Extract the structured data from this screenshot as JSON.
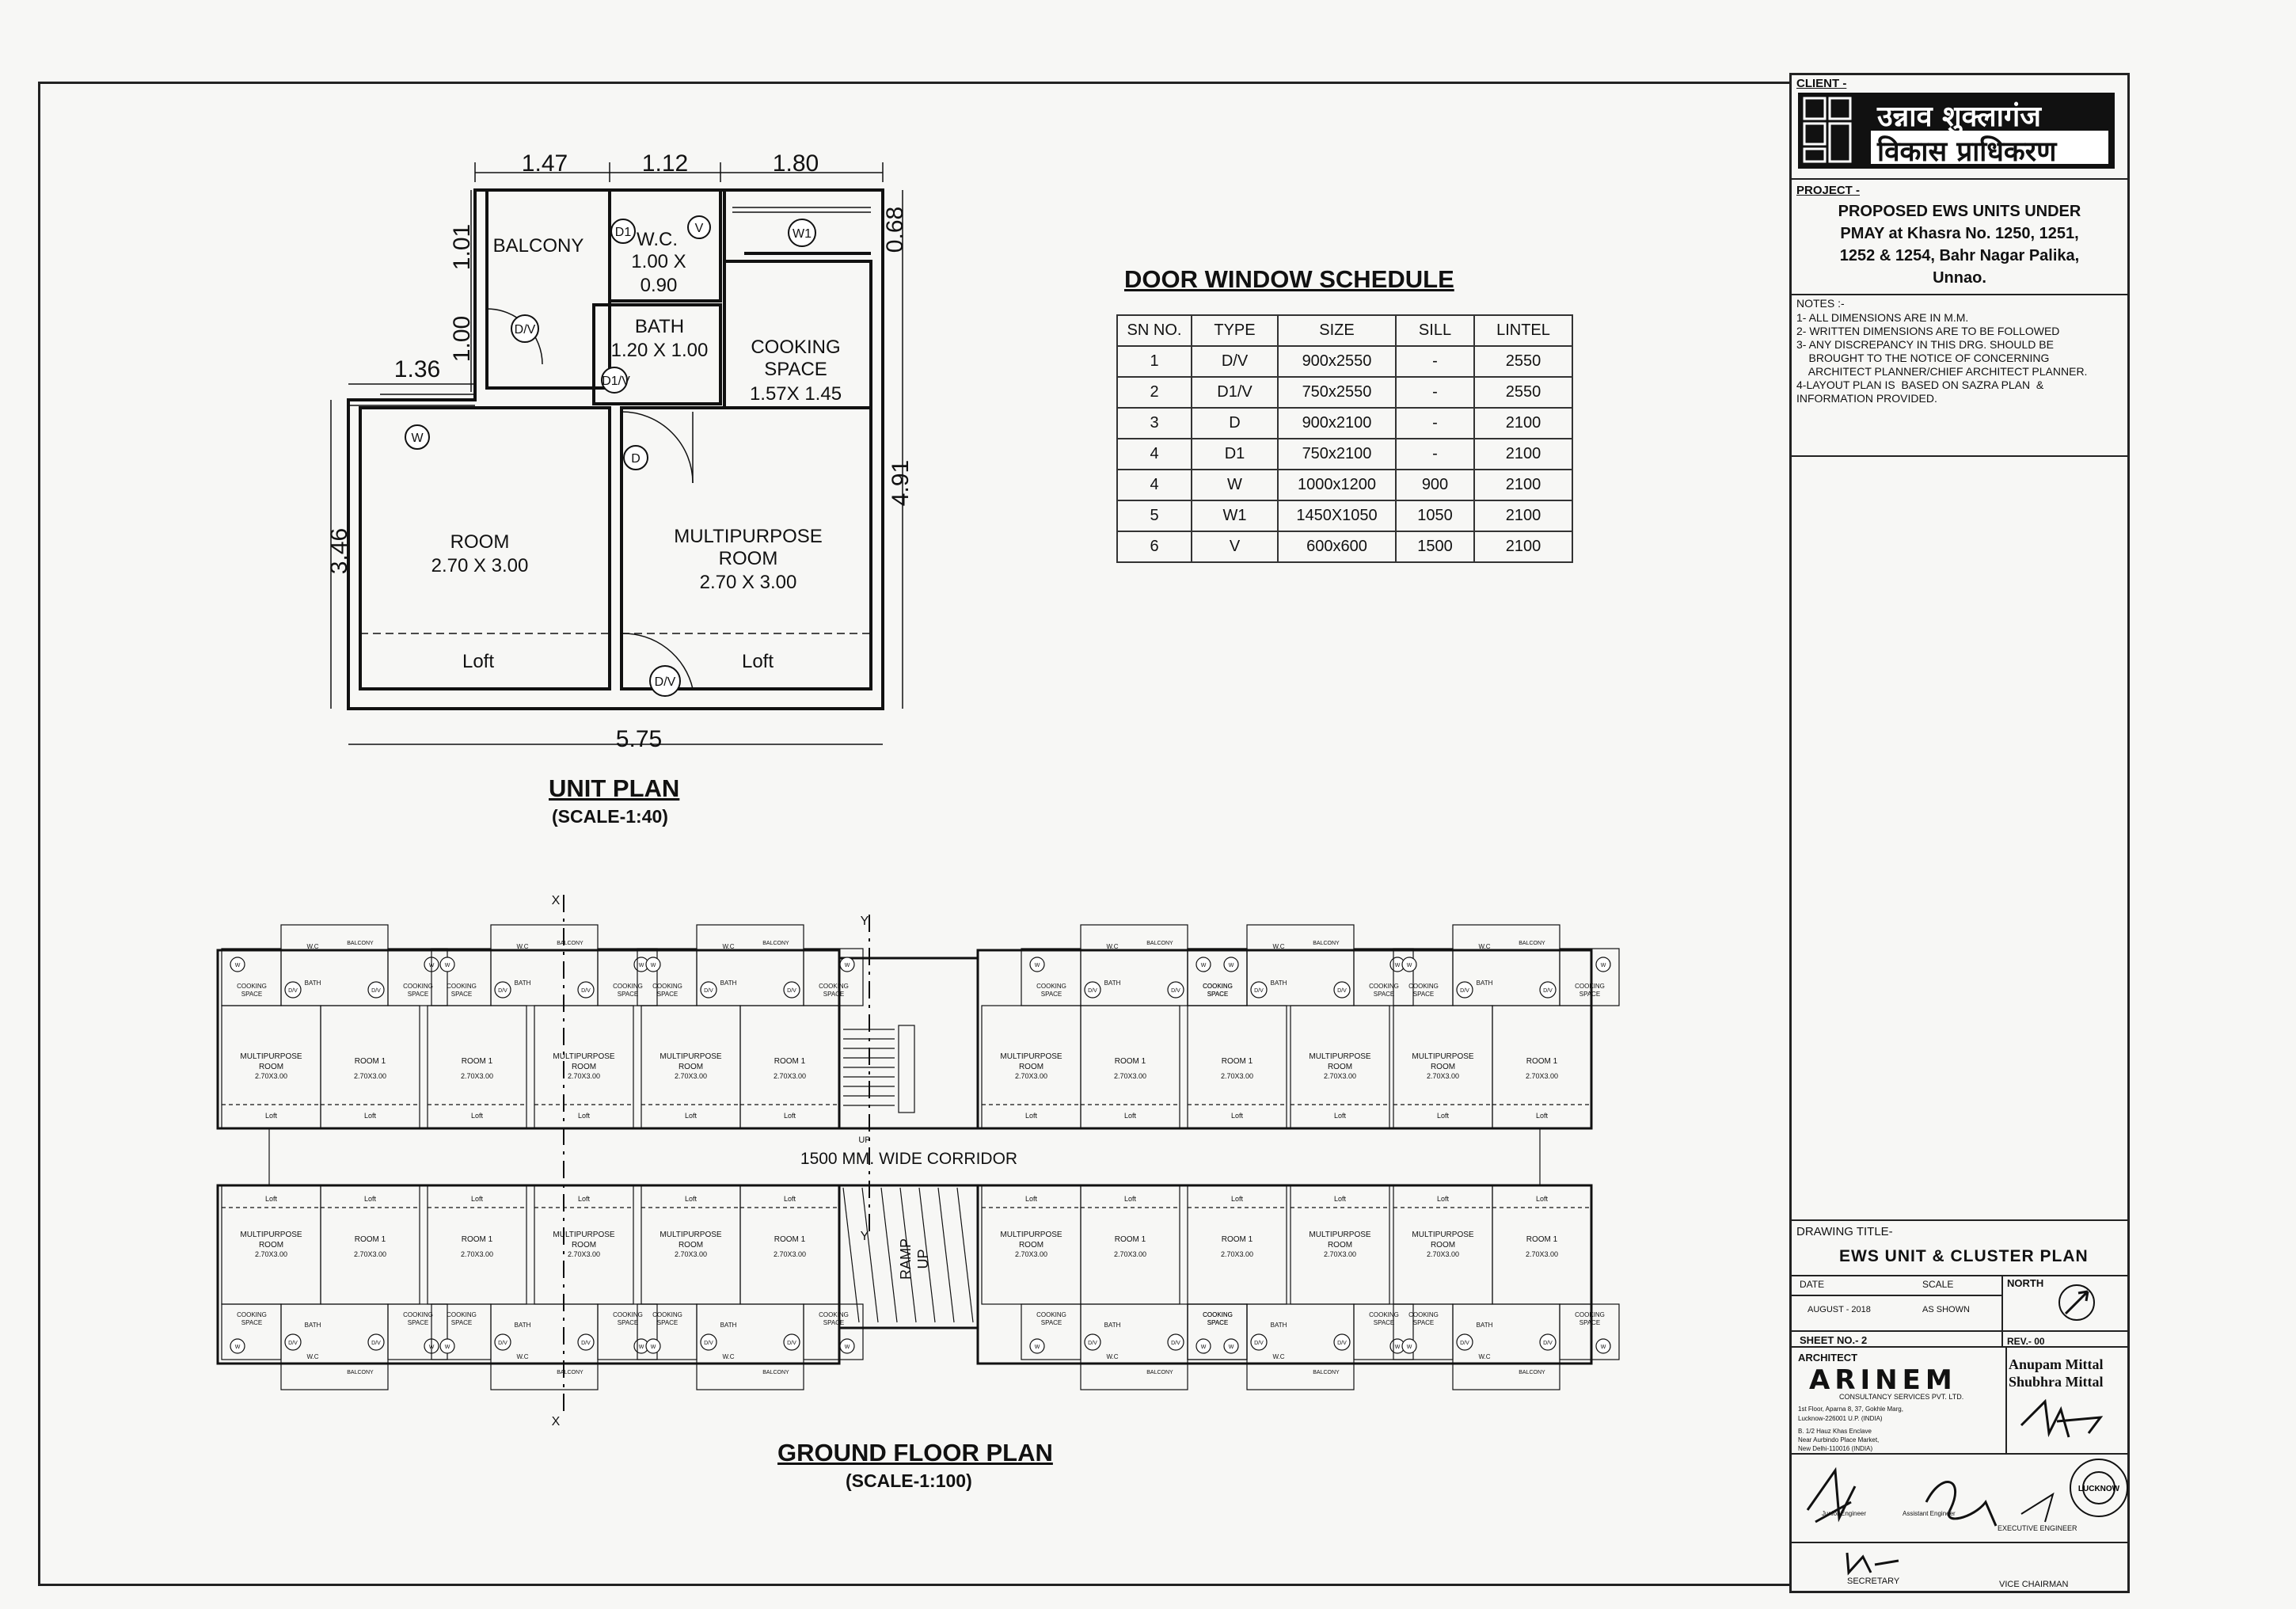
{
  "unit_plan": {
    "dims": {
      "top1": "1.47",
      "top2": "1.12",
      "top3": "1.80",
      "left_balcony": "1.01",
      "left_mid": "1.00",
      "left_step": "1.36",
      "left_room": "3.46",
      "right_top": "0.68",
      "right_main": "4.91",
      "bottom": "5.75"
    },
    "rooms": {
      "balcony": "BALCONY",
      "wc": "W.C.",
      "wc_size1": "1.00 X",
      "wc_size2": "0.90",
      "bath": "BATH",
      "bath_size": "1.20 X 1.00",
      "cooking1": "COOKING",
      "cooking2": "SPACE",
      "cooking_size": "1.57X 1.45",
      "room": "ROOM",
      "room_size": "2.70 X 3.00",
      "multi1": "MULTIPURPOSE",
      "multi2": "ROOM",
      "multi_size": "2.70 X 3.00",
      "loft": "Loft"
    },
    "tags": {
      "dv": "D/V",
      "d1v": "D1/V",
      "d1": "D1",
      "d": "D",
      "w": "W",
      "w1": "W1",
      "v": "V"
    },
    "title": "UNIT PLAN",
    "scale": "(SCALE-1:40)"
  },
  "schedule": {
    "title": "DOOR WINDOW SCHEDULE",
    "headers": [
      "SN NO.",
      "TYPE",
      "SIZE",
      "SILL",
      "LINTEL"
    ],
    "rows": [
      [
        "1",
        "D/V",
        "900x2550",
        "-",
        "2550"
      ],
      [
        "2",
        "D1/V",
        "750x2550",
        "-",
        "2550"
      ],
      [
        "3",
        "D",
        "900x2100",
        "-",
        "2100"
      ],
      [
        "4",
        "D1",
        "750x2100",
        "-",
        "2100"
      ],
      [
        "4",
        "W",
        "1000x1200",
        "900",
        "2100"
      ],
      [
        "5",
        "W1",
        "1450X1050",
        "1050",
        "2100"
      ],
      [
        "6",
        "V",
        "600x600",
        "1500",
        "2100"
      ]
    ]
  },
  "ground_plan": {
    "title": "GROUND FLOOR PLAN",
    "scale": "(SCALE-1:100)",
    "corridor": "1500 MM. WIDE CORRIDOR",
    "ramp": "RAMP",
    "up": "UP",
    "section_x": "X",
    "section_y": "Y",
    "labels": {
      "multi1": "MULTIPURPOSE",
      "multi2": "ROOM",
      "size": "2.70X3.00",
      "room1": "ROOM 1",
      "loft": "Loft",
      "balcony": "BALCONY",
      "bath": "BATH",
      "cooking": "COOKING",
      "space": "SPACE",
      "wc": "W.C",
      "dv": "D/V",
      "w": "W"
    }
  },
  "title_block": {
    "client_label": "CLIENT -",
    "client_line1": "उन्नाव शुक्लागंज",
    "client_line2": "विकास प्राधिकरण",
    "project_label": "PROJECT -",
    "project_lines": [
      "PROPOSED EWS UNITS UNDER",
      "PMAY at Khasra No. 1250, 1251,",
      "1252 & 1254, Bahr Nagar Palika,",
      "Unnao."
    ],
    "notes_label": "NOTES :-",
    "notes": [
      "1- ALL DIMENSIONS ARE IN M.M.",
      "2- WRITTEN DIMENSIONS ARE TO BE FOLLOWED",
      "3- ANY DISCREPANCY IN THIS DRG. SHOULD BE",
      "    BROUGHT TO THE NOTICE OF CONCERNING",
      "    ARCHITECT PLANNER/CHIEF ARCHITECT PLANNER.",
      "4-LAYOUT PLAN IS  BASED ON SAZRA PLAN  &",
      "INFORMATION PROVIDED."
    ],
    "drawing_title_label": "DRAWING TITLE-",
    "drawing_title": "EWS UNIT & CLUSTER PLAN",
    "date_label": "DATE",
    "date": "AUGUST - 2018",
    "scale_label": "SCALE",
    "scale": "AS SHOWN",
    "north_label": "NORTH",
    "sheet_label": "SHEET  NO.- 2",
    "rev_label": "REV.- 00",
    "architect_label": "ARCHITECT",
    "firm": "ARINEM",
    "firm_sub": "CONSULTANCY SERVICES PVT. LTD.",
    "firm_addr1": "1st Floor, Aparna 8, 37, Gokhle Marg,",
    "firm_addr2": "Lucknow-226001 U.P. (INDIA)",
    "firm_addr3": "B. 1/2 Hauz Khas Enclave",
    "firm_addr4": "Near Aurbindo Place Market,",
    "firm_addr5": "New Delhi-110016 (INDIA)",
    "person1": "Anupam Mittal",
    "person2": "Shubhra Mittal",
    "stamp": "LUCKNOW",
    "sign1": "Junior Engineer",
    "sign2": "Assistant Engineer",
    "sign3": "EXECUTIVE ENGINEER",
    "sign4": "SECRETARY",
    "sign5": "VICE CHAIRMAN"
  }
}
